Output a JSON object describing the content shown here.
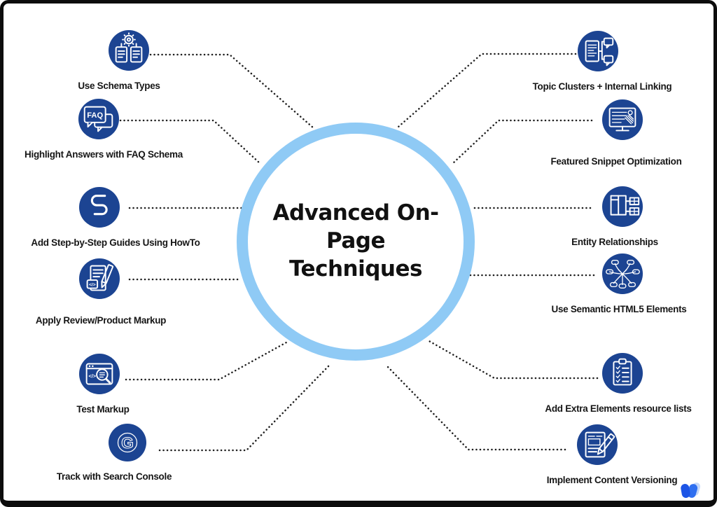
{
  "center": {
    "title": "Advanced On-Page Techniques",
    "lines": [
      "Advanced On-",
      "Page",
      "Techniques"
    ]
  },
  "nodes": {
    "left": [
      {
        "label": "Use Schema Types",
        "icon": "schema-types-icon"
      },
      {
        "label": "Highlight Answers with FAQ Schema",
        "icon": "faq-icon"
      },
      {
        "label": "Add Step-by-Step Guides Using HowTo",
        "icon": "howto-steps-icon"
      },
      {
        "label": "Apply Review/Product Markup",
        "icon": "review-markup-icon"
      },
      {
        "label": "Test Markup",
        "icon": "test-markup-icon"
      },
      {
        "label": "Track with Search Console",
        "icon": "search-console-icon"
      }
    ],
    "right": [
      {
        "label": "Topic Clusters + Internal Linking",
        "icon": "topic-clusters-icon"
      },
      {
        "label": "Featured Snippet Optimization",
        "icon": "featured-snippet-icon"
      },
      {
        "label": "Entity Relationships",
        "icon": "entity-relationships-icon"
      },
      {
        "label": "Use Semantic HTML5 Elements",
        "icon": "semantic-html5-icon"
      },
      {
        "label": "Add Extra Elements resource lists",
        "icon": "extra-elements-icon"
      },
      {
        "label": "Implement Content Versioning",
        "icon": "content-versioning-icon"
      }
    ]
  },
  "icon_texts": {
    "faq": "FAQ",
    "code": "</>",
    "g": "G"
  },
  "colors": {
    "icon_circle": "#1c4492",
    "ring": "#8fcaf5",
    "connector": "#1f1f1f",
    "label_text": "#161616",
    "logo_primary": "#1d55e6",
    "logo_secondary": "#2f6ff0",
    "logo_ghost": "#c5d7f8"
  }
}
